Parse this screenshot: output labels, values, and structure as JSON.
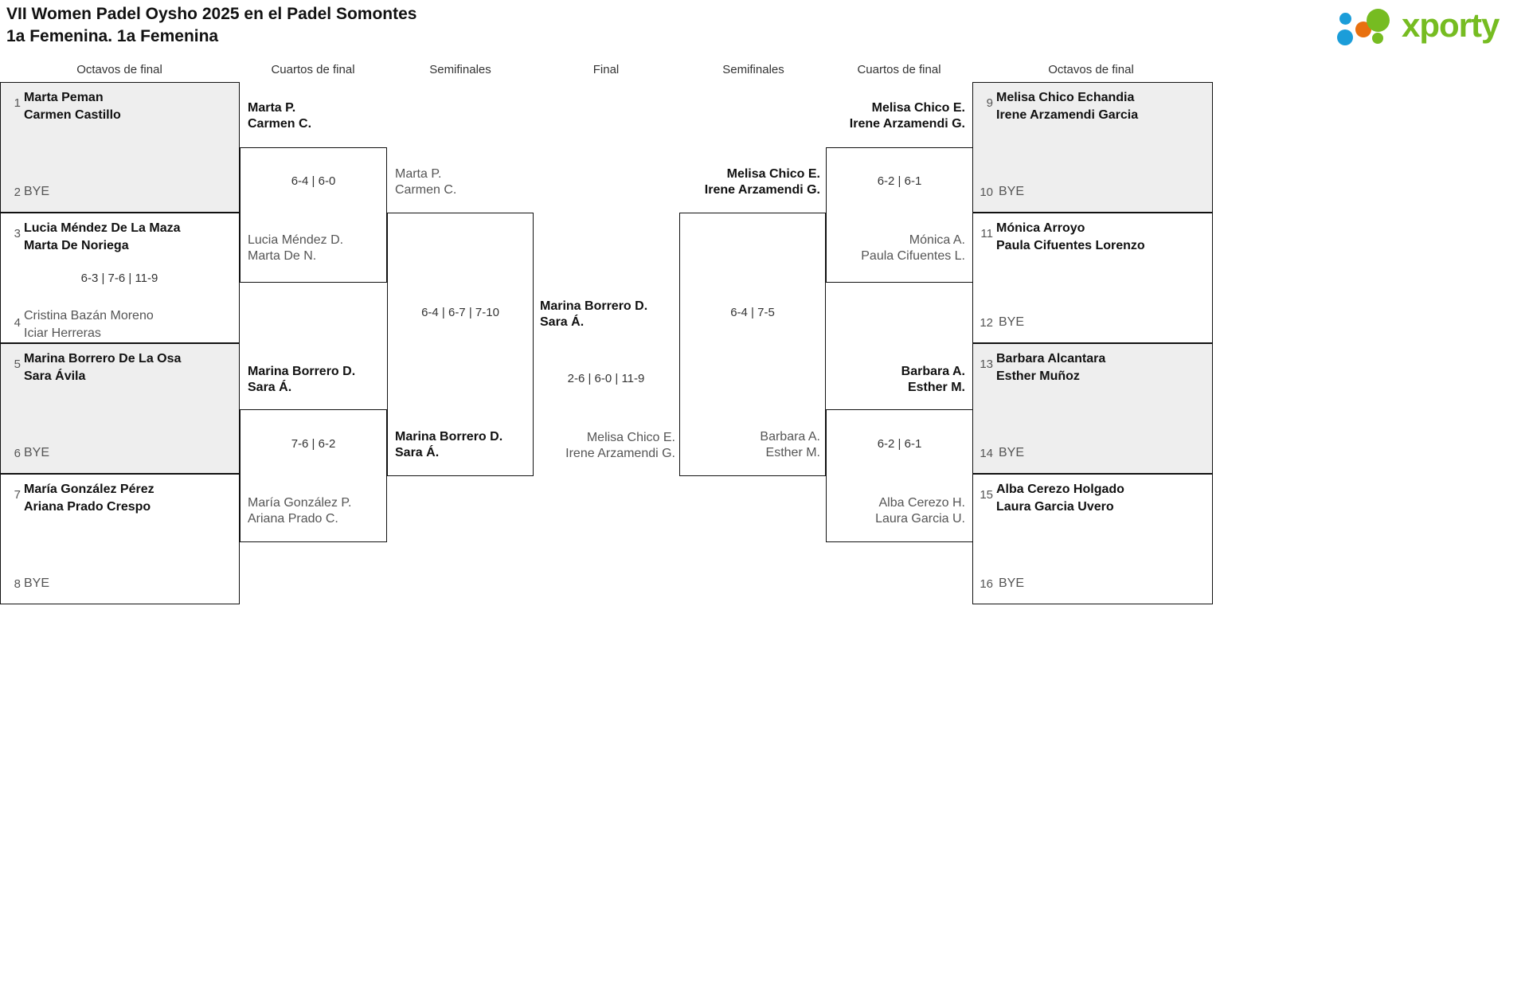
{
  "header": {
    "title_line1": "VII Women Padel Oysho 2025 en el Padel Somontes",
    "title_line2": "1a Femenina. 1a Femenina",
    "logo_text": "xporty",
    "logo_colors": {
      "green": "#76bc21",
      "blue": "#1b9dd9",
      "orange": "#e8700f"
    }
  },
  "round_headings": {
    "left_r16": "Octavos de final",
    "left_qf": "Cuartos de final",
    "left_sf": "Semifinales",
    "final": "Final",
    "right_sf": "Semifinales",
    "right_qf": "Cuartos de final",
    "right_r16": "Octavos de final"
  },
  "labels": {
    "bye": "BYE"
  },
  "bracket": {
    "left_r16": [
      {
        "seed": "1",
        "p1": "Marta Peman",
        "p2": "Carmen Castillo",
        "result": "win",
        "bye": false
      },
      {
        "seed": "2",
        "p1": "BYE",
        "p2": "",
        "result": "bye",
        "bye": true
      },
      {
        "seed": "3",
        "p1": "Lucia Méndez De La Maza",
        "p2": "Marta De Noriega",
        "result": "win",
        "bye": false
      },
      {
        "seed": "4",
        "p1": "Cristina Bazán Moreno",
        "p2": "Iciar Herreras",
        "result": "lose",
        "bye": false
      },
      {
        "seed": "5",
        "p1": "Marina Borrero De La Osa",
        "p2": "Sara Ávila",
        "result": "win",
        "bye": false
      },
      {
        "seed": "6",
        "p1": "BYE",
        "p2": "",
        "result": "bye",
        "bye": true
      },
      {
        "seed": "7",
        "p1": "María González Pérez",
        "p2": "Ariana Prado Crespo",
        "result": "win",
        "bye": false
      },
      {
        "seed": "8",
        "p1": "BYE",
        "p2": "",
        "result": "bye",
        "bye": true
      }
    ],
    "right_r16": [
      {
        "seed": "9",
        "p1": "Melisa Chico Echandia",
        "p2": "Irene Arzamendi Garcia",
        "result": "win",
        "bye": false
      },
      {
        "seed": "10",
        "p1": "BYE",
        "p2": "",
        "result": "bye",
        "bye": true
      },
      {
        "seed": "11",
        "p1": "Mónica Arroyo",
        "p2": "Paula Cifuentes Lorenzo",
        "result": "win",
        "bye": false
      },
      {
        "seed": "12",
        "p1": "BYE",
        "p2": "",
        "result": "bye",
        "bye": true
      },
      {
        "seed": "13",
        "p1": "Barbara Alcantara",
        "p2": "Esther Muñoz",
        "result": "win",
        "bye": false
      },
      {
        "seed": "14",
        "p1": "BYE",
        "p2": "",
        "result": "bye",
        "bye": true
      },
      {
        "seed": "15",
        "p1": "Alba Cerezo Holgado",
        "p2": "Laura Garcia Uvero",
        "result": "win",
        "bye": false
      },
      {
        "seed": "16",
        "p1": "BYE",
        "p2": "",
        "result": "bye",
        "bye": true
      }
    ],
    "left_r16_scores": [
      {
        "score": ""
      },
      {
        "score": "6-3 | 7-6 | 11-9"
      },
      {
        "score": ""
      },
      {
        "score": ""
      }
    ],
    "right_r16_scores": [
      {
        "score": ""
      },
      {
        "score": ""
      },
      {
        "score": ""
      },
      {
        "score": ""
      }
    ],
    "left_qf": [
      {
        "p1": "Marta P.",
        "p2": "Carmen C.",
        "result": "win"
      },
      {
        "p1": "Lucia Méndez D.",
        "p2": "Marta De N.",
        "result": "lose"
      },
      {
        "p1": "Marina Borrero D.",
        "p2": "Sara Á.",
        "result": "win"
      },
      {
        "p1": "María González P.",
        "p2": "Ariana Prado C.",
        "result": "lose"
      }
    ],
    "left_qf_scores": [
      {
        "score": "6-4 | 6-0"
      },
      {
        "score": "7-6 | 6-2"
      }
    ],
    "right_qf": [
      {
        "p1": "Melisa Chico E.",
        "p2": "Irene Arzamendi G.",
        "result": "win"
      },
      {
        "p1": "Mónica A.",
        "p2": "Paula Cifuentes L.",
        "result": "lose"
      },
      {
        "p1": "Barbara A.",
        "p2": "Esther M.",
        "result": "win"
      },
      {
        "p1": "Alba Cerezo H.",
        "p2": "Laura Garcia U.",
        "result": "lose"
      }
    ],
    "right_qf_scores": [
      {
        "score": "6-2 | 6-1"
      },
      {
        "score": "6-2 | 6-1"
      }
    ],
    "left_sf": [
      {
        "p1": "Marta P.",
        "p2": "Carmen C.",
        "result": "lose"
      },
      {
        "p1": "Marina Borrero D.",
        "p2": "Sara Á.",
        "result": "win"
      }
    ],
    "left_sf_scores": [
      {
        "score": "6-4 | 6-7 | 7-10"
      }
    ],
    "right_sf": [
      {
        "p1": "Melisa Chico E.",
        "p2": "Irene Arzamendi G.",
        "result": "win"
      },
      {
        "p1": "Barbara A.",
        "p2": "Esther M.",
        "result": "lose"
      }
    ],
    "right_sf_scores": [
      {
        "score": "6-4 | 7-5"
      }
    ],
    "final": {
      "top": {
        "p1": "Marina Borrero D.",
        "p2": "Sara Á.",
        "result": "win"
      },
      "bottom": {
        "p1": "Melisa Chico E.",
        "p2": "Irene Arzamendi G.",
        "result": "lose"
      },
      "score": "2-6 | 6-0 | 11-9"
    }
  }
}
